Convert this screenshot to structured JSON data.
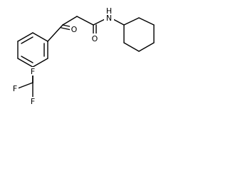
{
  "molecule": {
    "atoms": {
      "amide_nitrogen": "N",
      "amide_hydrogen": "H",
      "amide_oxygen": "O",
      "ketone_oxygen": "O",
      "fluorine_top": "F",
      "fluorine_left": "F",
      "fluorine_bottom": "F"
    }
  }
}
